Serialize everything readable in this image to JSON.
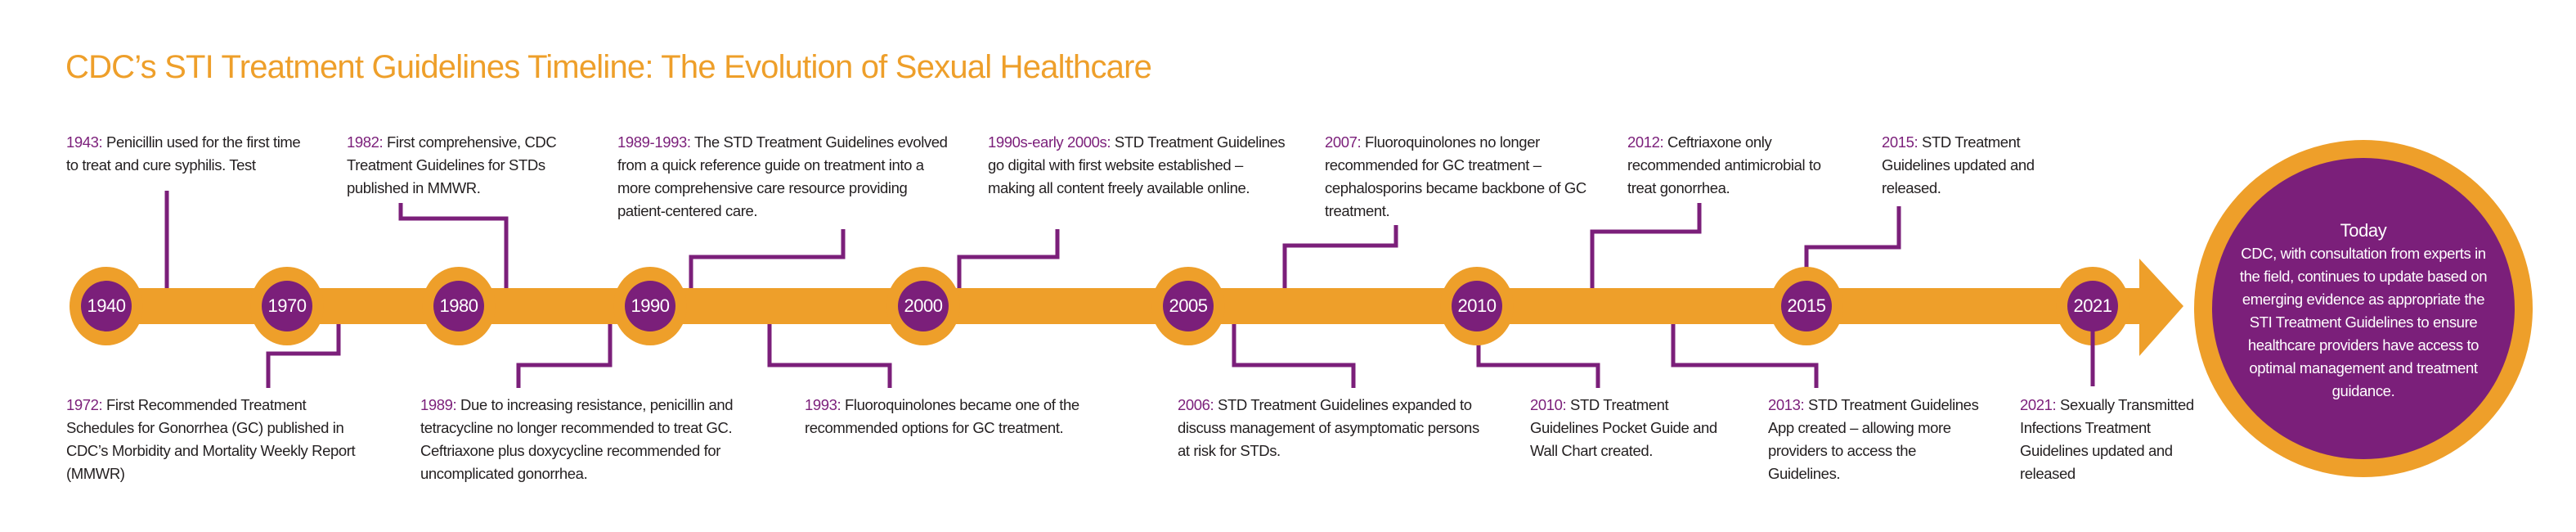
{
  "title": "CDC’s STI Treatment Guidelines Timeline: The Evolution of Sexual Healthcare",
  "colors": {
    "accent": "#EE9F2A",
    "purple": "#7B1F7A",
    "text": "#231F20"
  },
  "milestones": [
    "1940",
    "1970",
    "1980",
    "1990",
    "2000",
    "2005",
    "2010",
    "2015",
    "2021"
  ],
  "events_top": [
    {
      "year": "1943:",
      "text": " Penicillin used for the first time to treat and cure syphilis. Test"
    },
    {
      "year": "1982:",
      "text": " First comprehensive, CDC Treatment Guidelines for STDs published in MMWR."
    },
    {
      "year": "1989-1993:",
      "text": " The STD Treatment Guidelines evolved from a quick reference guide on treatment into a more comprehensive care resource providing patient-centered care."
    },
    {
      "year": "1990s-early 2000s:",
      "text": " STD Treatment Guidelines go digital with first website established – making all content freely available online."
    },
    {
      "year": "2007:",
      "text": " Fluoroquinolones no longer recommended for GC treatment – cephalosporins became backbone of GC treatment."
    },
    {
      "year": "2012:",
      "text": " Ceftriaxone only recommended antimicrobial to treat gonorrhea."
    },
    {
      "year": "2015:",
      "text": " STD Treatment Guidelines updated and released."
    }
  ],
  "events_bottom": [
    {
      "year": "1972:",
      "text": " First Recommended Treatment Schedules for Gonorrhea (GC) published in CDC’s Morbidity and Mortality Weekly Report (MMWR)"
    },
    {
      "year": "1989:",
      "text": " Due to increasing resistance, penicillin and tetracycline no longer recommended to treat GC. Ceftriaxone plus doxycycline recommended for uncomplicated gonorrhea."
    },
    {
      "year": "1993:",
      "text": " Fluoroquinolones became one of the recommended options for GC treatment."
    },
    {
      "year": "2006:",
      "text": " STD Treatment Guidelines expanded to discuss management of asymptomatic persons at risk for STDs."
    },
    {
      "year": "2010:",
      "text": " STD Treatment Guidelines Pocket Guide and Wall Chart created."
    },
    {
      "year": "2013:",
      "text": " STD Treatment Guidelines App created – allowing more providers to access the Guidelines."
    },
    {
      "year": "2021:",
      "text": " Sexually Transmitted Infections Treatment Guidelines updated and released"
    }
  ],
  "today": {
    "heading": "Today",
    "text": "CDC, with consultation from experts in the field, continues to update based on emerging evidence as appropriate the STI Treatment Guidelines to ensure healthcare providers have access to optimal management and treatment guidance."
  }
}
